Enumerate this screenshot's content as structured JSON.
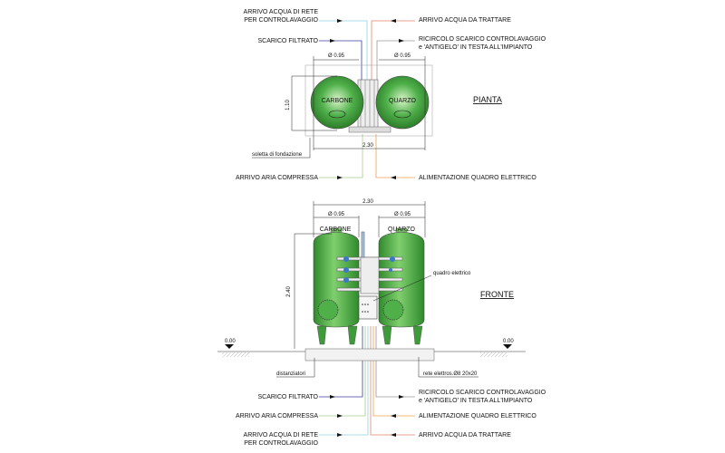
{
  "colors": {
    "rete": "#8fd3e3",
    "filtrato": "#3b3f9c",
    "trattare": "#e8846a",
    "ricircolo": "#9a9a9a",
    "aria": "#a8cc8a",
    "elettrico": "#f0a050",
    "tank": "#3f9a3a"
  },
  "plan": {
    "title": "PIANTA",
    "tank_left": "CARBONE",
    "tank_right": "QUARZO",
    "dia_left": "Ø 0.95",
    "dia_right": "Ø 0.95",
    "depth": "1.10",
    "width": "2.30",
    "foundation": "soletta di fondazione",
    "labels": {
      "rete_1": "ARRIVO ACQUA DI RETE",
      "rete_2": "PER CONTROLAVAGGIO",
      "filtrato": "SCARICO FILTRATO",
      "aria": "ARRIVO ARIA COMPRESSA",
      "trattare": "ARRIVO ACQUA DA TRATTARE",
      "ricircolo_1": "RICIRCOLO SCARICO CONTROLAVAGGIO",
      "ricircolo_2": "e 'ANTIGELO' IN TESTA ALL'IMPIANTO",
      "elettrico": "ALIMENTAZIONE QUADRO ELETTRICO"
    }
  },
  "front": {
    "title": "FRONTE",
    "tank_left": "CARBONE",
    "tank_right": "QUARZO",
    "dia_left": "Ø 0.95",
    "dia_right": "Ø 0.95",
    "width": "2.30",
    "height": "2.40",
    "panel": "quadro elettrico",
    "level_left": "0.00",
    "level_right": "0.00",
    "spacers": "distanziatori",
    "mesh": "rete elettros.Ø8 20x20",
    "labels": {
      "filtrato": "SCARICO FILTRATO",
      "aria": "ARRIVO ARIA COMPRESSA",
      "rete_1": "ARRIVO ACQUA DI RETE",
      "rete_2": "PER CONTROLAVAGGIO",
      "ricircolo_1": "RICIRCOLO SCARICO CONTROLAVAGGIO",
      "ricircolo_2": "e 'ANTIGELO' IN TESTA ALL'IMPIANTO",
      "elettrico": "ALIMENTAZIONE QUADRO ELETTRICO",
      "trattare": "ARRIVO ACQUA DA TRATTARE"
    }
  }
}
